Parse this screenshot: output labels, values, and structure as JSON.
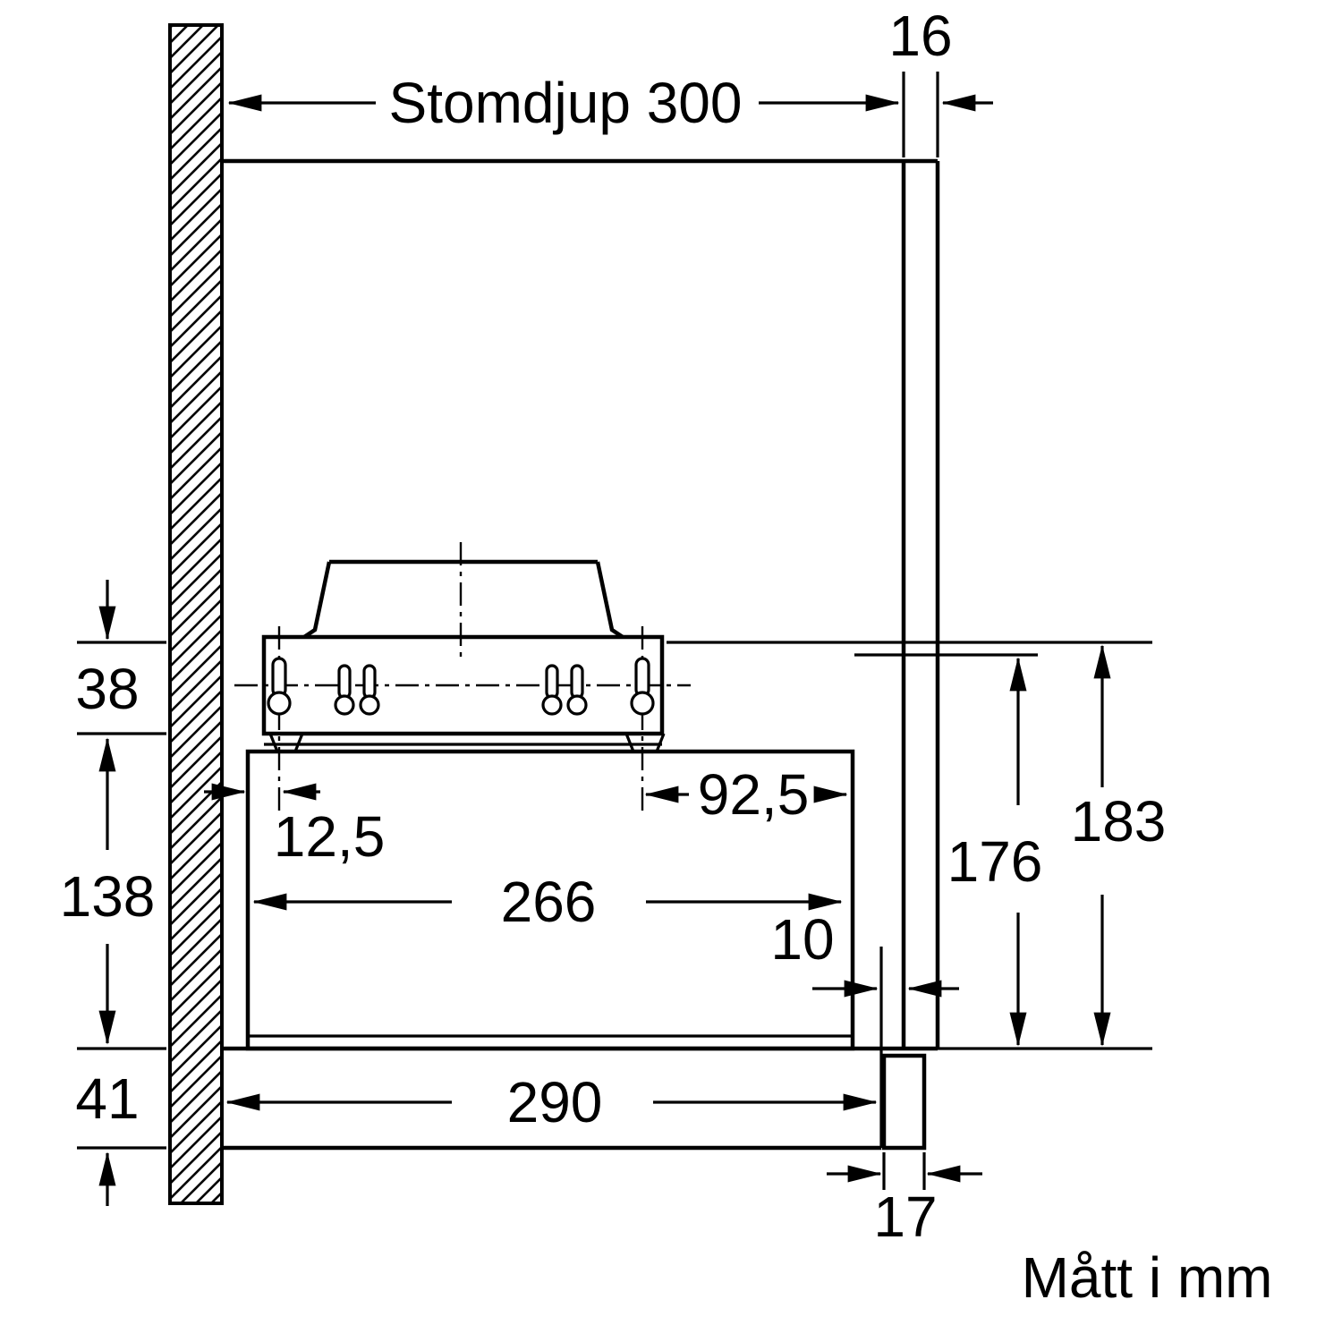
{
  "diagram": {
    "kind": "appliance-installation-drawing",
    "footer_note": "Mått i mm",
    "dims": {
      "stomdjup": "Stomdjup 300",
      "panel_16": "16",
      "top_38": "38",
      "left_138": "138",
      "left_41": "41",
      "inner_12_5": "12,5",
      "inner_92_5": "92,5",
      "inner_266": "266",
      "gap_10": "10",
      "bottom_290": "290",
      "bottom_17": "17",
      "right_176": "176",
      "right_183": "183"
    }
  }
}
